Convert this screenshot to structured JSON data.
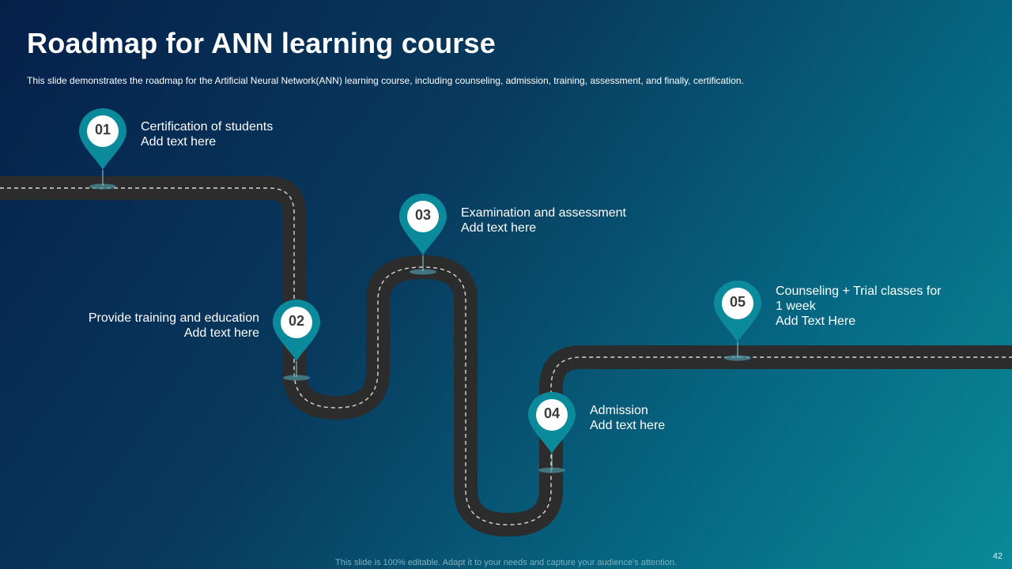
{
  "slide": {
    "title": "Roadmap for ANN learning course",
    "subtitle": "This slide demonstrates the roadmap for the Artificial Neural Network(ANN)  learning course, including counseling, admission, training, assessment, and finally, certification.",
    "footer": "This slide is 100% editable. Adapt it to your needs and capture your audience's attention.",
    "page_number": "42"
  },
  "colors": {
    "background_start": "#06204a",
    "background_end": "#0a8a98",
    "road": "#2c2c2c",
    "pin": "#0b8a9c"
  },
  "milestones": [
    {
      "number": "01",
      "lines": [
        "Certification of students",
        "Add text here"
      ]
    },
    {
      "number": "02",
      "lines": [
        "Provide training and education",
        "Add text here"
      ]
    },
    {
      "number": "03",
      "lines": [
        "Examination and assessment",
        "Add text here"
      ]
    },
    {
      "number": "04",
      "lines": [
        "Admission",
        "Add text here"
      ]
    },
    {
      "number": "05",
      "lines": [
        "Counseling + Trial classes for",
        "1 week",
        "Add Text Here"
      ]
    }
  ]
}
